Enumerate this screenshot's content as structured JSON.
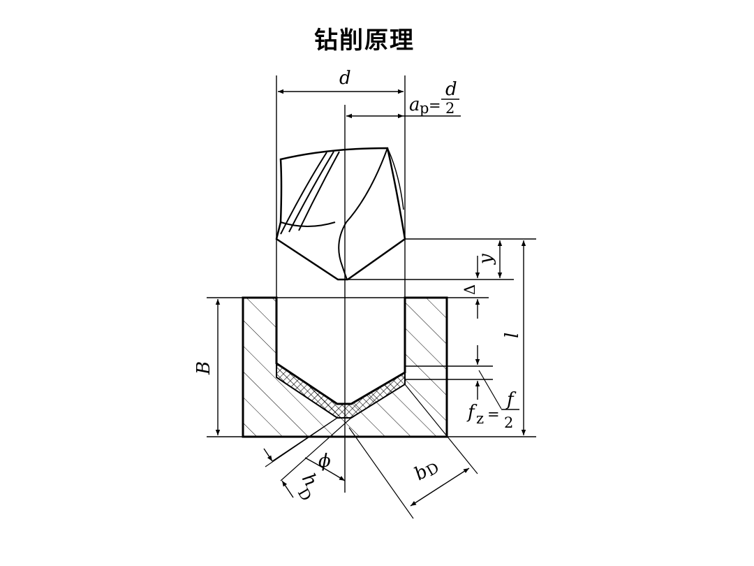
{
  "title": "钻削原理",
  "labels": {
    "d": "d",
    "ap_a": "a",
    "ap_sub": "p",
    "ap_eq": "=",
    "ap_num": "d",
    "ap_den": "2",
    "y": "y",
    "delta": "Δ",
    "l": "l",
    "B": "B",
    "fz_f": "f",
    "fz_sub": "z",
    "fz_eq": "=",
    "fz_num": "f",
    "fz_den": "2",
    "phi": "ϕ",
    "hD_h": "h",
    "hD_sub": "D",
    "bD_b": "b",
    "bD_sub": "D"
  }
}
